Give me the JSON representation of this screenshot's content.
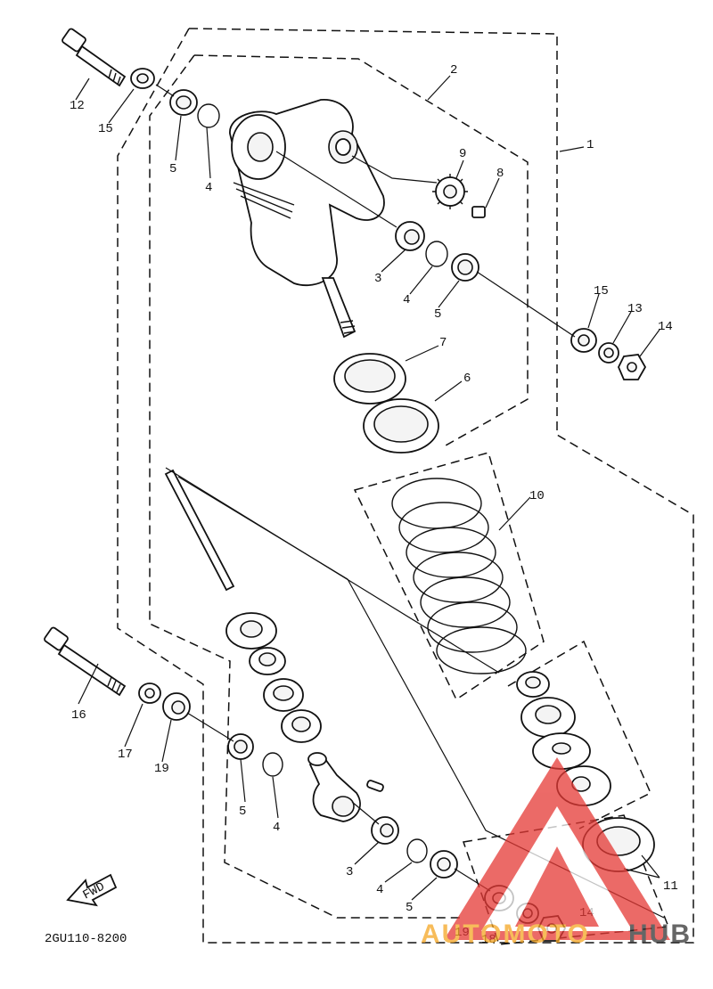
{
  "diagram": {
    "callouts": [
      {
        "id": "c12a",
        "text": "12"
      },
      {
        "id": "c15a",
        "text": "15"
      },
      {
        "id": "c5a",
        "text": "5"
      },
      {
        "id": "c4a",
        "text": "4"
      },
      {
        "id": "c2",
        "text": "2"
      },
      {
        "id": "c1",
        "text": "1"
      },
      {
        "id": "c9",
        "text": "9"
      },
      {
        "id": "c8",
        "text": "8"
      },
      {
        "id": "c3a",
        "text": "3"
      },
      {
        "id": "c4b",
        "text": "4"
      },
      {
        "id": "c5b",
        "text": "5"
      },
      {
        "id": "c15b",
        "text": "15"
      },
      {
        "id": "c13",
        "text": "13"
      },
      {
        "id": "c14a",
        "text": "14"
      },
      {
        "id": "c7",
        "text": "7"
      },
      {
        "id": "c6",
        "text": "6"
      },
      {
        "id": "c10",
        "text": "10"
      },
      {
        "id": "c16",
        "text": "16"
      },
      {
        "id": "c17",
        "text": "17"
      },
      {
        "id": "c19a",
        "text": "19"
      },
      {
        "id": "c5c",
        "text": "5"
      },
      {
        "id": "c4c",
        "text": "4"
      },
      {
        "id": "c3b",
        "text": "3"
      },
      {
        "id": "c4d",
        "text": "4"
      },
      {
        "id": "c5d",
        "text": "5"
      },
      {
        "id": "c11",
        "text": "11"
      },
      {
        "id": "c19b",
        "text": "19"
      },
      {
        "id": "c18",
        "text": "18"
      },
      {
        "id": "c14b",
        "text": "14"
      }
    ],
    "fwd_label": "FWD",
    "diagram_code": "2GU110-8200"
  },
  "watermark": {
    "text_left": "AUTOMOTO",
    "text_right": "HUB",
    "color_primary": "#e53935",
    "color_secondary": "#f5a623",
    "color_dark": "#333333"
  }
}
